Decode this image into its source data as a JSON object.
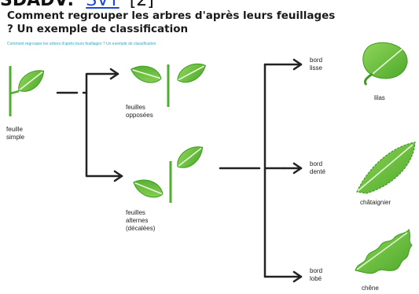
{
  "header": {
    "prefix": "SDADV:",
    "link": "SVT",
    "ref": "[2]"
  },
  "title": "Comment regrouper les arbres d'après leurs feuillages ? Un exemple de classification",
  "subtitle": "Comment regrouper les arbres d'après leurs feuillages ? Un exemple de classification",
  "labels": {
    "simple": [
      "feuille",
      "simple"
    ],
    "opposees": [
      "feuilles",
      "opposées"
    ],
    "alternes": [
      "feuilles",
      "alternes",
      "(décalées)"
    ],
    "bord_lisse": [
      "bord",
      "lisse"
    ],
    "bord_dente": [
      "bord",
      "denté"
    ],
    "bord_lobe": [
      "bord",
      "lobé"
    ]
  },
  "trees": {
    "lilas": "lilas",
    "chataignier": "châtaignier",
    "chene": "chêne"
  },
  "colors": {
    "leaf": "#6cc03a",
    "leaf_dark": "#3f9a22",
    "stem": "#4fae2f",
    "arrow": "#222222",
    "subtitle": "#2aa9c9"
  }
}
